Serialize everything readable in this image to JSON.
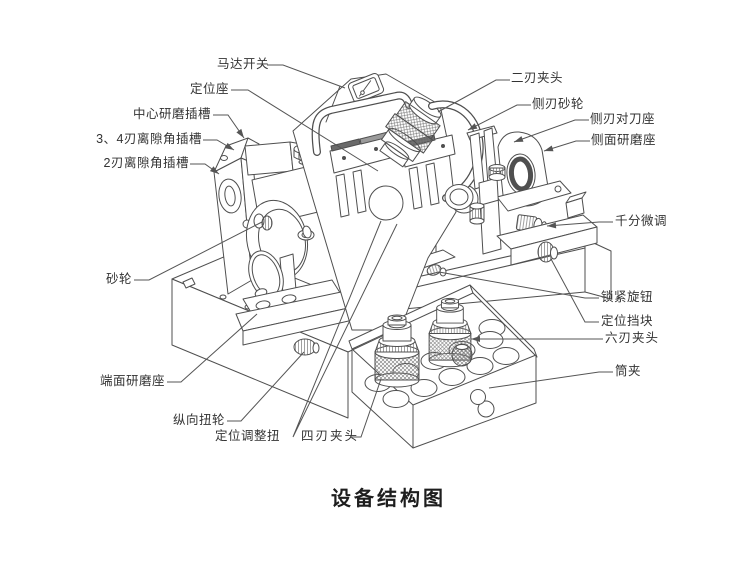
{
  "diagram": {
    "title": "设备结构图",
    "labels": {
      "motor_switch": "马达开关",
      "positioning_seat": "定位座",
      "center_grinding_slot": "中心研磨插槽",
      "relief_slot_34_flute": "3、4刃离隙角插槽",
      "relief_slot_2_flute": "2刃离隙角插槽",
      "grinding_wheel": "砂轮",
      "end_face_grinding_seat": "端面研磨座",
      "longitudinal_knurl_wheel": "纵向扭轮",
      "positioning_adjust_knob": "定位调整扭",
      "four_flute_collet": "四刃夹头",
      "two_flute_collet": "二刃夹头",
      "side_edge_wheel": "侧刃砂轮",
      "side_edge_tool_seat": "侧刃对刀座",
      "side_grinding_seat": "侧面研磨座",
      "micrometer_fine_adjust": "千分微调",
      "locking_knob": "锁紧旋钮",
      "positioning_stop_block": "定位挡块",
      "six_flute_collet": "六刃夹头",
      "collet": "筒夹"
    },
    "colors": {
      "line": "#4f4f4f",
      "leader": "#555555",
      "label_text": "#333333",
      "background": "#ffffff"
    }
  }
}
